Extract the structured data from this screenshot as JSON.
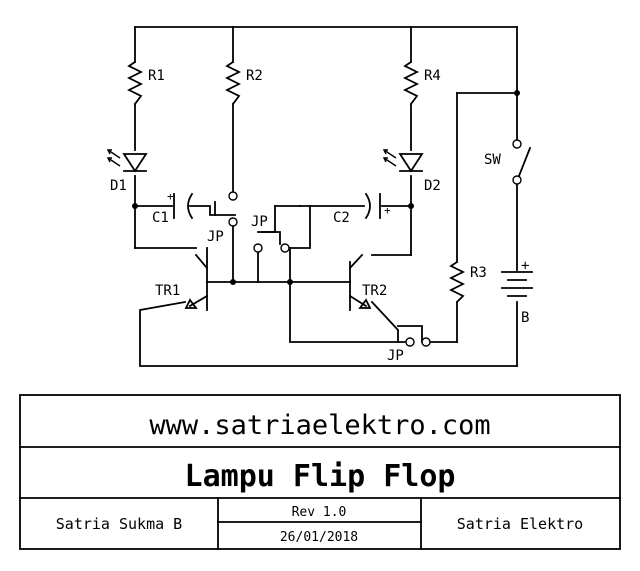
{
  "schematic": {
    "labels": {
      "r1": "R1",
      "r2": "R2",
      "r3": "R3",
      "r4": "R4",
      "d1": "D1",
      "d2": "D2",
      "c1": "C1",
      "c2": "C2",
      "c1_plus": "+",
      "c2_plus": "+",
      "battery_plus": "+",
      "tr1": "TR1",
      "tr2": "TR2",
      "jp_left": "JP",
      "jp_center": "JP",
      "jp_bottom": "JP",
      "sw": "SW",
      "battery": "B"
    }
  },
  "title_block": {
    "website": "www.satriaelektro.com",
    "title": "Lampu Flip Flop",
    "author": "Satria Sukma B",
    "revision": "Rev 1.0",
    "date": "26/01/2018",
    "company": "Satria Elektro"
  }
}
